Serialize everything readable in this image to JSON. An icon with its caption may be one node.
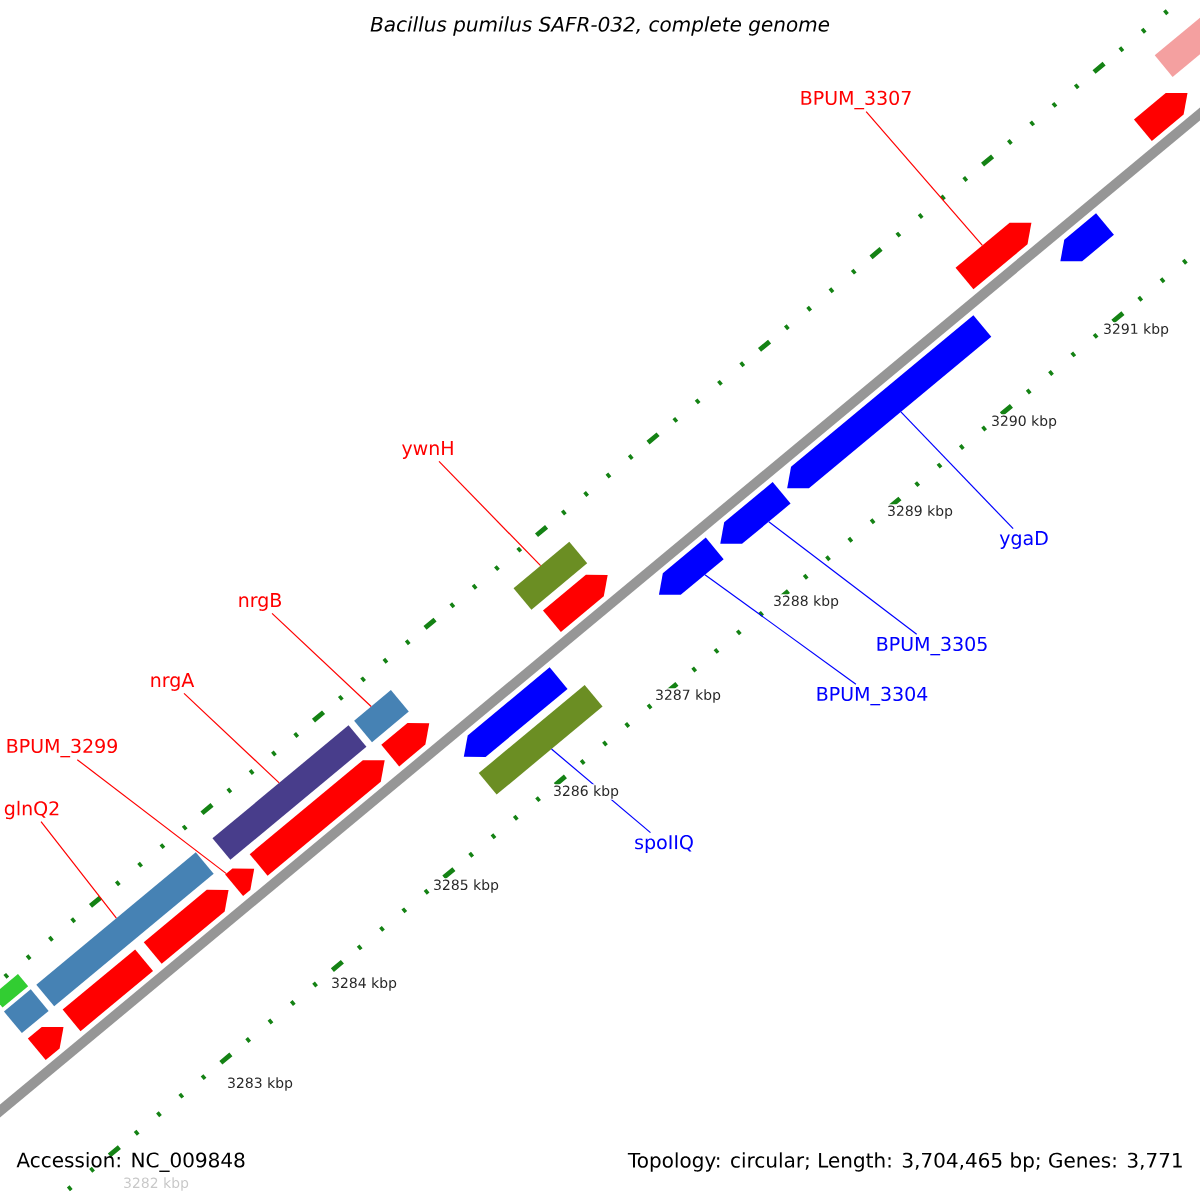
{
  "diagram": {
    "title": "Bacillus pumilus SAFR-032, complete genome",
    "nodes": [
      {
        "text": [
          "BPUM_3307"
        ]
      },
      {
        "text": [
          "ywnH"
        ]
      },
      {
        "text": [
          "nrgB"
        ]
      },
      {
        "text": [
          "nrgA"
        ]
      },
      {
        "text": [
          "BPUM_3299"
        ]
      },
      {
        "text": [
          "glnQ2"
        ]
      },
      {
        "text": [
          "ygaD"
        ]
      },
      {
        "text": [
          "BPUM_3305"
        ]
      },
      {
        "text": [
          "BPUM_3304"
        ]
      },
      {
        "text": [
          "spoIIQ"
        ]
      },
      {
        "text": [],
        "shape": "bar"
      },
      {
        "text": [],
        "shape": "pentagon"
      },
      {
        "text": [],
        "shape": "bar"
      },
      {
        "text": [],
        "shape": "bar"
      },
      {
        "text": [],
        "shape": "bar"
      },
      {
        "text": [],
        "shape": "pentagon"
      },
      {
        "text": [],
        "shape": "pentagon"
      },
      {
        "text": [],
        "shape": "bar"
      },
      {
        "text": [],
        "shape": "pentagon"
      },
      {
        "text": [],
        "shape": "pentagon"
      },
      {
        "text": [],
        "shape": "bar"
      },
      {
        "text": [],
        "shape": "bar"
      },
      {
        "text": [],
        "shape": "pentagon"
      },
      {
        "text": [],
        "shape": "bar"
      },
      {
        "text": [],
        "shape": "pentagon"
      },
      {
        "text": [],
        "shape": "pentagon"
      },
      {
        "text": [],
        "shape": "pentagon"
      },
      {
        "text": [],
        "shape": "pentagon"
      },
      {
        "text": [],
        "shape": "pentagon"
      },
      {
        "text": [],
        "shape": "pentagon"
      },
      {
        "text": [],
        "shape": "pentagon"
      },
      {
        "text": [],
        "shape": "bar"
      }
    ],
    "edges": [
      {
        "from": 0,
        "to": 28,
        "arrow": "none"
      },
      {
        "from": 1,
        "to": 23,
        "arrow": "none"
      },
      {
        "from": 2,
        "to": 20,
        "arrow": "none"
      },
      {
        "from": 3,
        "to": 17,
        "arrow": "none"
      },
      {
        "from": 4,
        "to": 16,
        "arrow": "none"
      },
      {
        "from": 5,
        "to": 13,
        "arrow": "none"
      },
      {
        "from": 6,
        "to": 27,
        "arrow": "none",
        "color": "#0000ff"
      },
      {
        "from": 7,
        "to": 26,
        "arrow": "none",
        "color": "#0000ff"
      },
      {
        "from": 8,
        "to": 25,
        "arrow": "none",
        "color": "#0000ff"
      },
      {
        "from": 9,
        "to": 21,
        "arrow": "none",
        "color": "#0000ff"
      }
    ],
    "labels": [
      "3291 kbp",
      "3290 kbp",
      "3289 kbp",
      "3288 kbp",
      "3287 kbp",
      "3286 kbp",
      "3285 kbp",
      "3284 kbp",
      "3283 kbp",
      "3282 kbp",
      "Accession: NC_009848",
      "Topology: circular; Length: 3,704,465 bp; Genes: 3,771"
    ]
  }
}
